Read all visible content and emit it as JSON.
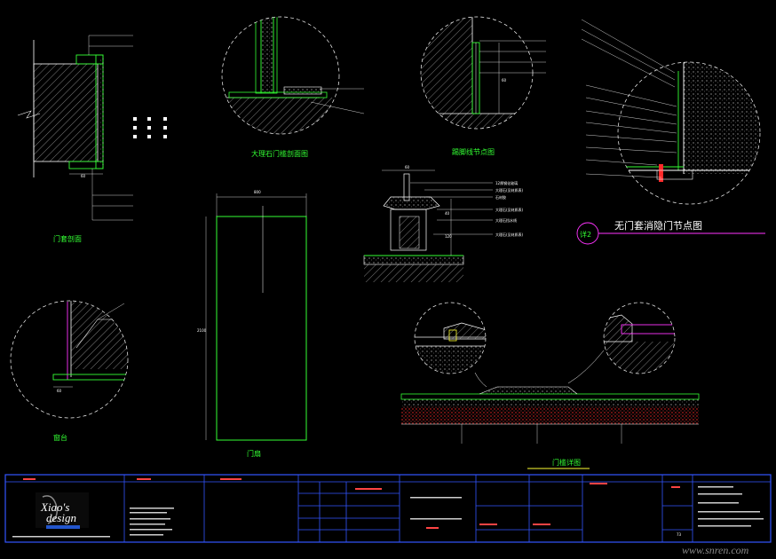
{
  "drawing": {
    "labels": {
      "door_frame_section": "门套剖面",
      "stone_threshold_section": "大理石门槛剖面图",
      "baseboard_node": "踢脚线节点图",
      "window_sill": "窗台",
      "door_leaf": "门扇",
      "threshold_detail": "门槛详图",
      "no_frame_title": "无门套消隐门节点图",
      "detail_tag": "详2"
    },
    "dimensions": {
      "door_width": "800",
      "door_height": "2100",
      "frame_60": "60",
      "sill_60": "60",
      "stone_60": "60",
      "stone_h1": "40",
      "stone_h2": "120",
      "baseboard_h": "60"
    },
    "callouts": [
      "12厚钢化玻璃",
      "大理石(见材质表)",
      "石材胶",
      "大理石(见材质表)",
      "大理石挡水线",
      "大理石(见材质表)"
    ],
    "footer": {
      "logo_line1": "Xiao's",
      "logo_line2": "design",
      "watermark": "www.snren.com",
      "sheet_no": "73"
    }
  }
}
